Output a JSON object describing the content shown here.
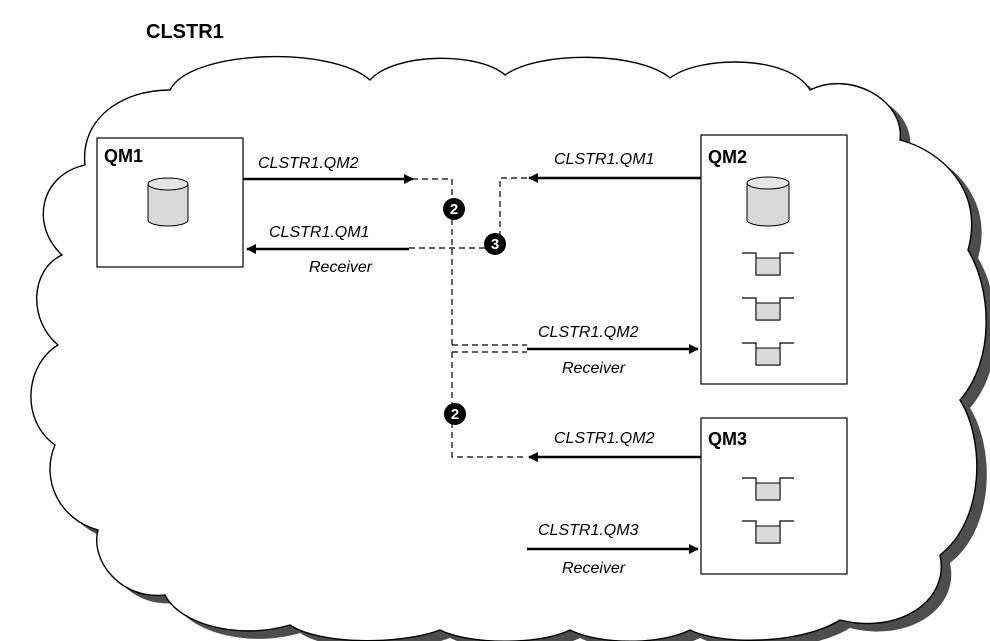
{
  "cluster": {
    "name": "CLSTR1"
  },
  "queue_managers": {
    "qm1": {
      "name": "QM1"
    },
    "qm2": {
      "name": "QM2"
    },
    "qm3": {
      "name": "QM3"
    }
  },
  "channels": {
    "qm1_sender_to_qm2": "CLSTR1.QM2",
    "qm1_receiver": "CLSTR1.QM1",
    "qm1_receiver_role": "Receiver",
    "qm2_sender_to_qm1": "CLSTR1.QM1",
    "qm2_receiver": "CLSTR1.QM2",
    "qm2_receiver_role": "Receiver",
    "qm3_sender_to_qm2": "CLSTR1.QM2",
    "qm3_receiver": "CLSTR1.QM3",
    "qm3_receiver_role": "Receiver"
  },
  "markers": {
    "marker_a": "2",
    "marker_b": "3",
    "marker_c": "2"
  }
}
